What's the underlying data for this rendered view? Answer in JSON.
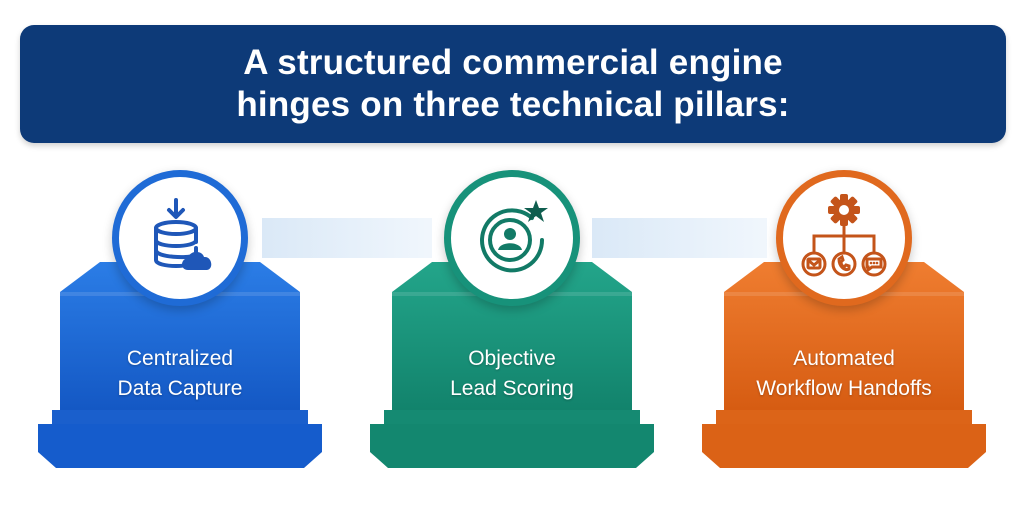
{
  "header": {
    "title_line1": "A structured commercial engine",
    "title_line2": "hinges on three technical pillars:"
  },
  "pillars": [
    {
      "line1": "Centralized",
      "line2": "Data Capture",
      "icon": "database-download-cloud-icon",
      "color": "#1f6bd6"
    },
    {
      "line1": "Objective",
      "line2": "Lead Scoring",
      "icon": "target-person-star-icon",
      "color": "#17927a"
    },
    {
      "line1": "Automated",
      "line2": "Workflow Handoffs",
      "icon": "gear-workflow-icon",
      "color": "#e0691e"
    }
  ]
}
